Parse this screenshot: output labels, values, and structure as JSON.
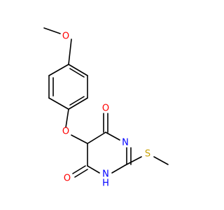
{
  "molecule": {
    "atoms": [
      {
        "id": "o_methoxy",
        "text": "O",
        "color": "#ff0000"
      },
      {
        "id": "o_ether",
        "text": "O",
        "color": "#ff0000"
      },
      {
        "id": "o_carbonyl_top",
        "text": "O",
        "color": "#ff0000"
      },
      {
        "id": "o_carbonyl_bottom",
        "text": "O",
        "color": "#ff0000"
      },
      {
        "id": "n_ring",
        "text": "N",
        "color": "#0000ff"
      },
      {
        "id": "nh_ring",
        "text": "H\nN",
        "color": "#0000ff"
      },
      {
        "id": "s_thioether",
        "text": "S",
        "color": "#c8a000"
      }
    ],
    "bond_color": "#000000",
    "background": "#ffffff"
  }
}
